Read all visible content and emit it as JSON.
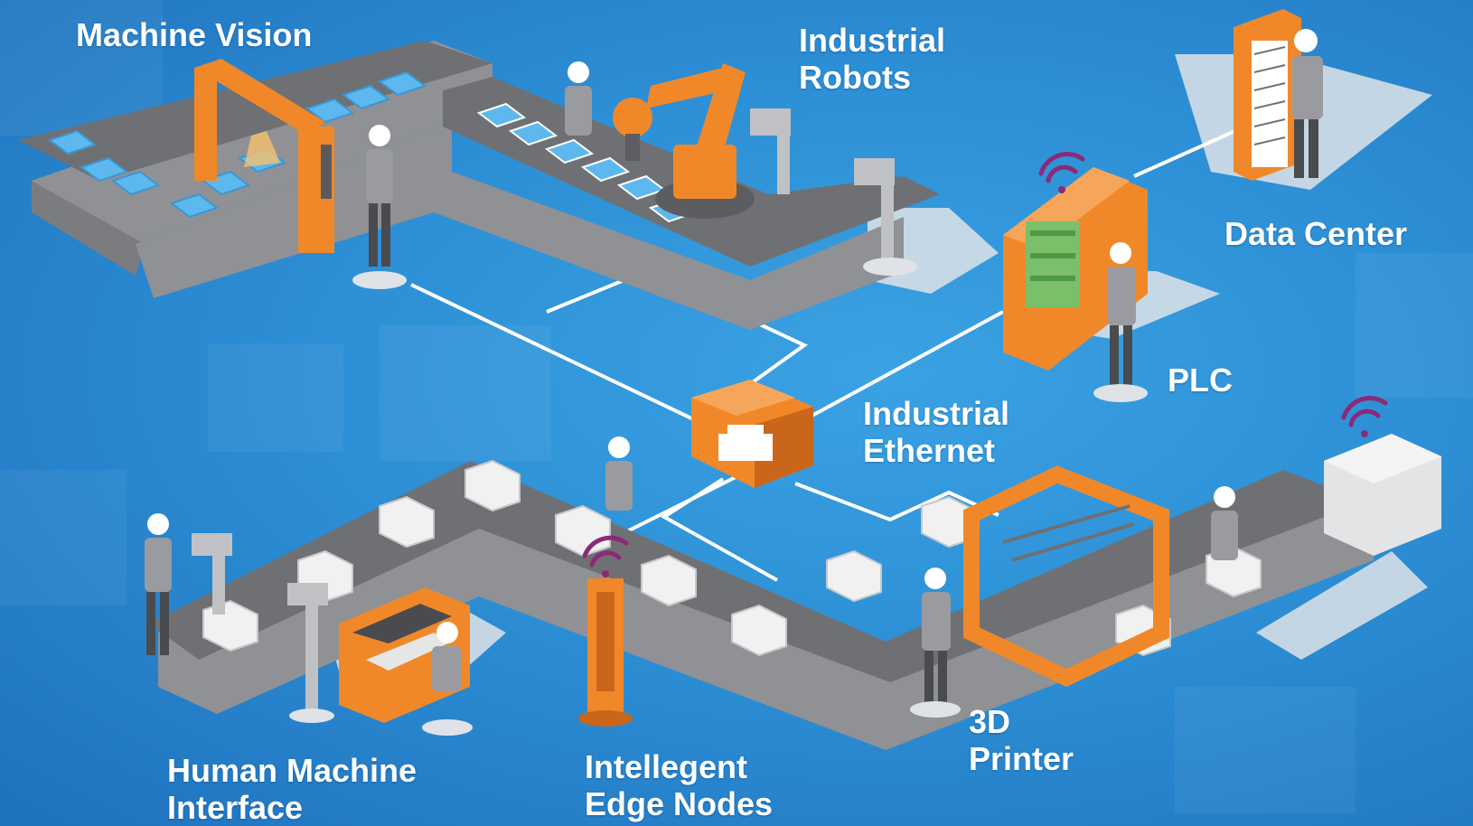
{
  "labels": {
    "machine_vision": "Machine Vision",
    "industrial_robots": "Industrial\nRobots",
    "data_center": "Data Center",
    "plc": "PLC",
    "industrial_ethernet": "Industrial\nEthernet",
    "human_machine_interface": "Human Machine\nInterface",
    "intelligent_edge_nodes": "Intellegent\nEdge Nodes",
    "printer_3d": "3D\nPrinter"
  },
  "colors": {
    "background": "#2d8fd5",
    "orange": "#f0882a",
    "orange_dark": "#c9661a",
    "conveyor_top": "#6f7073",
    "conveyor_side": "#909195",
    "figure": "#9a9ba0",
    "network_line": "#ffffff",
    "wifi": "#8a2a78",
    "product": "#5db8ee"
  },
  "icons": [
    "wifi-icon",
    "ethernet-port-icon",
    "worker-icon"
  ]
}
